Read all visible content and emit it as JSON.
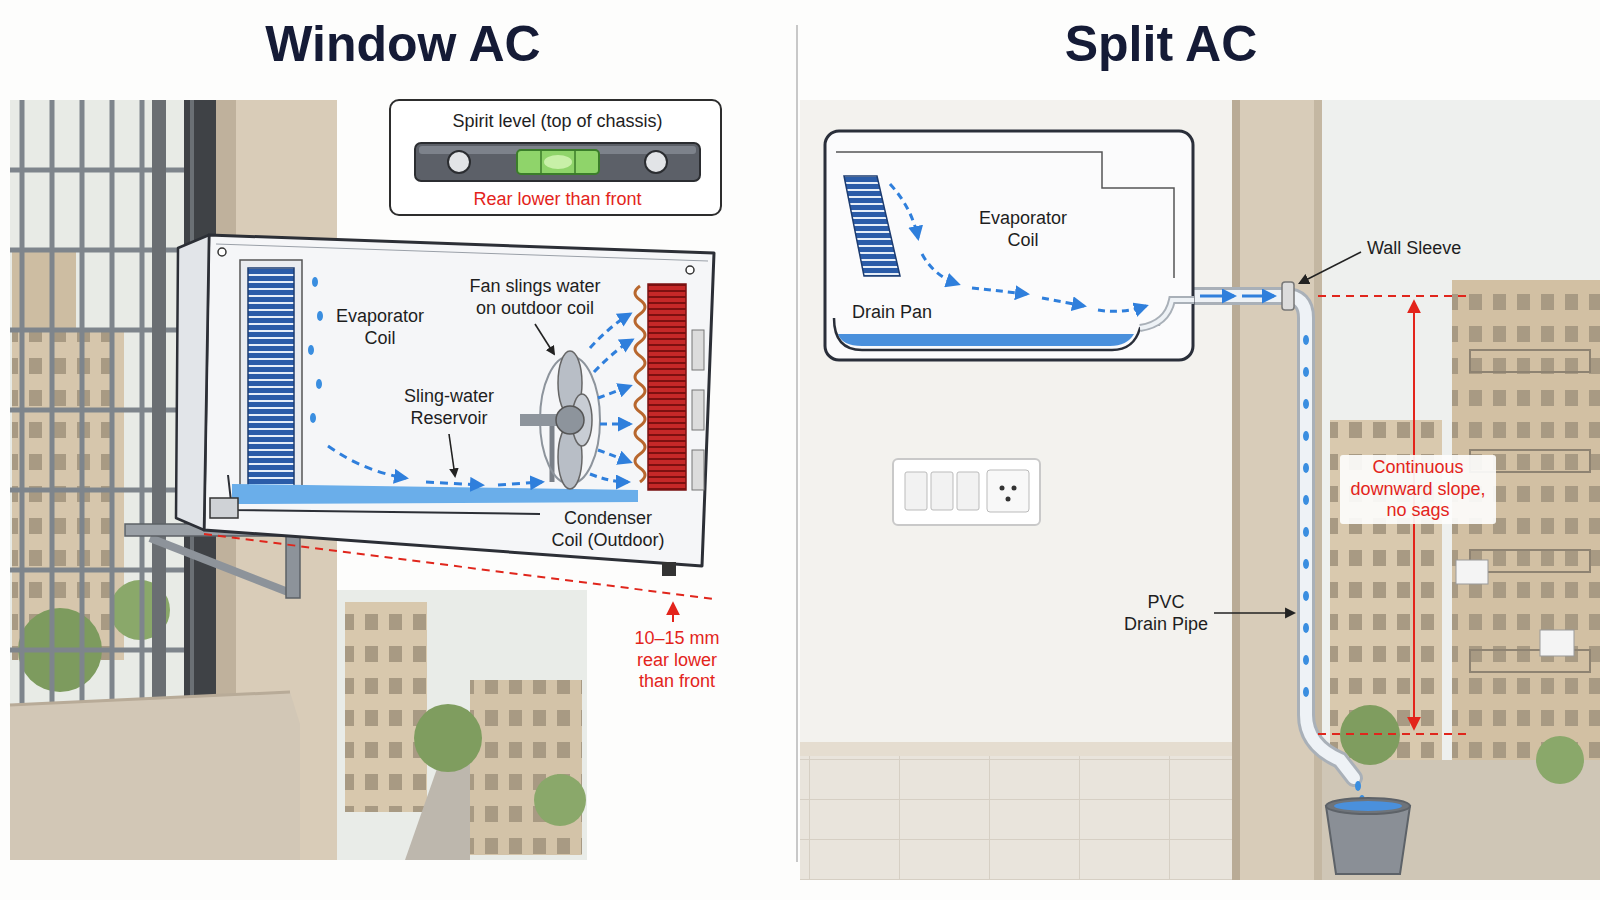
{
  "diagram": {
    "nodes": [
      {
        "text": [
          "Spirit level (top of chassis)",
          "Rear lower than front"
        ]
      },
      {
        "text": [
          "Evaporator Coil",
          "Fan slings water on outdoor coil",
          "Sling-water Reservoir",
          "Condenser Coil (Outdoor)"
        ]
      },
      {
        "text": [
          "Evaporator Coil",
          "Drain Pan"
        ]
      }
    ],
    "labels": [
      "Window AC",
      "Split AC",
      "10–15 mm rear lower than front",
      "Wall Sleeve",
      "Continuous downward slope, no sags",
      "PVC Drain Pipe"
    ]
  }
}
